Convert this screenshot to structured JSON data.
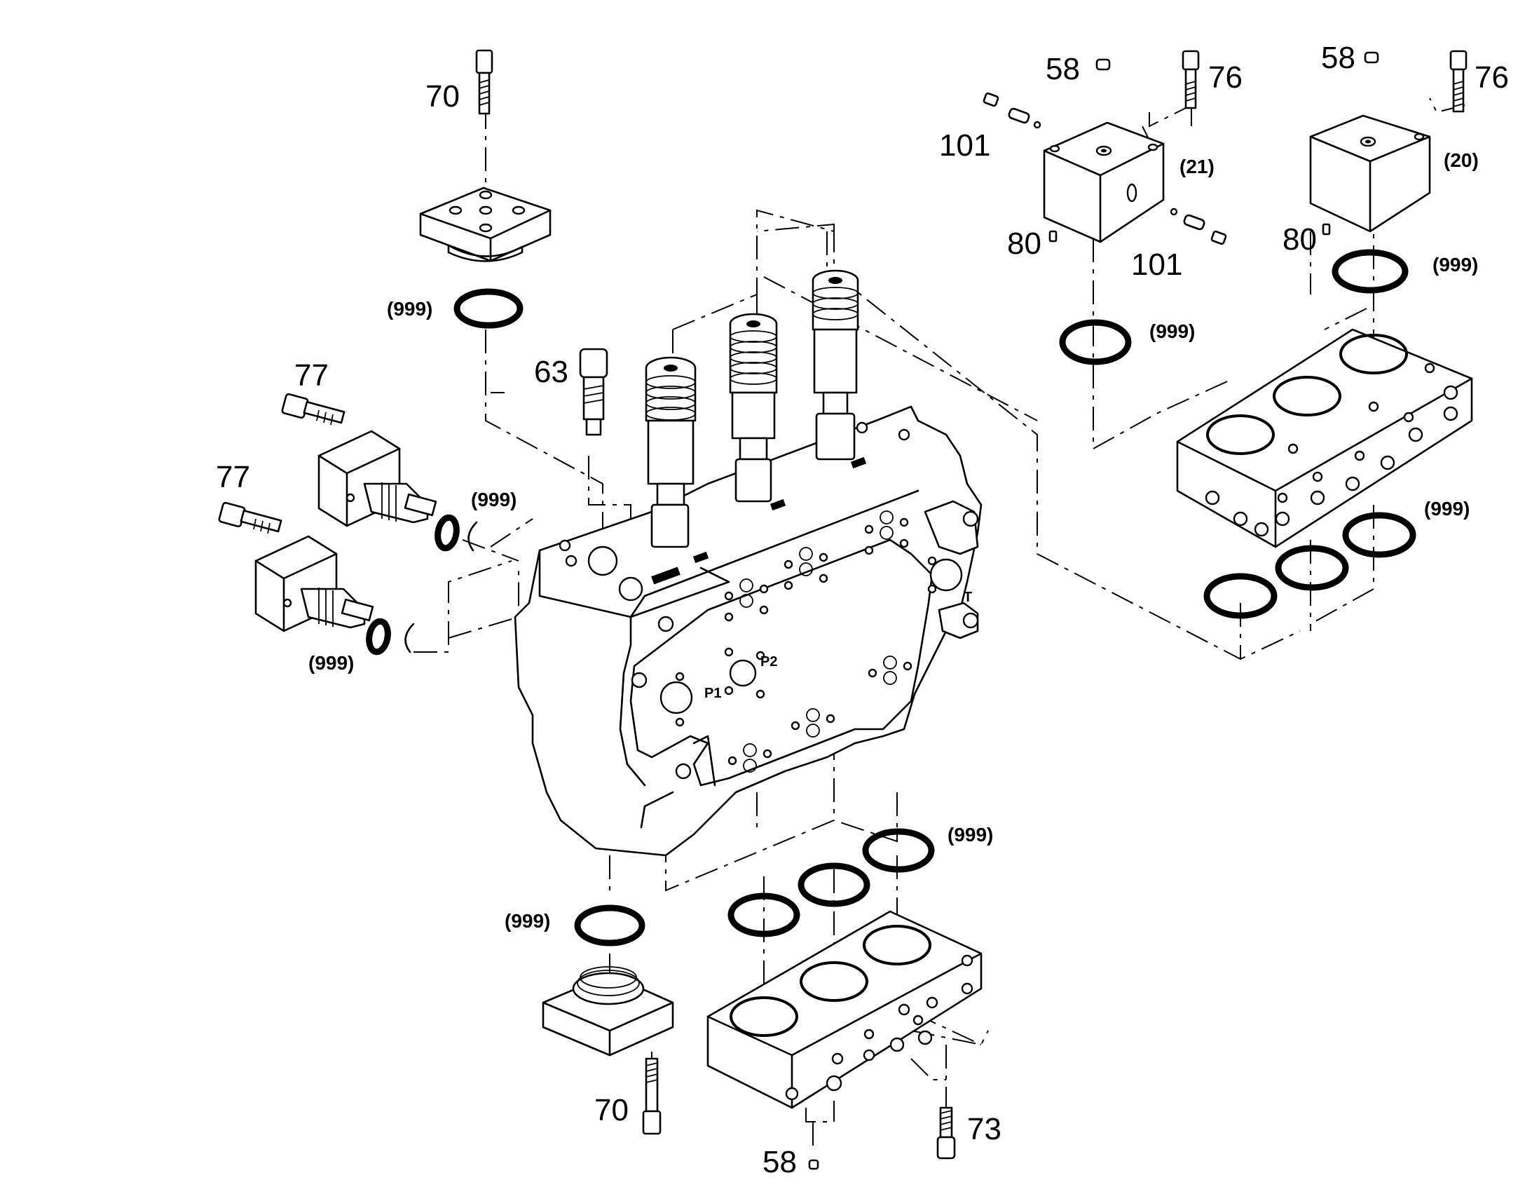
{
  "callouts": {
    "c70_top": "70",
    "c999_top": "(999)",
    "c63": "63",
    "c77_a": "77",
    "c77_b": "77",
    "c999_left_a": "(999)",
    "c999_left_b": "(999)",
    "c58_r1": "58",
    "c76_r1": "76",
    "c101_a": "101",
    "c21": "(21)",
    "c80_a": "80",
    "c101_b": "101",
    "c999_r1": "(999)",
    "c58_r2": "58",
    "c76_r2": "76",
    "c20": "(20)",
    "c80_b": "80",
    "c999_r2": "(999)",
    "c999_r3": "(999)",
    "c999_bottom_left": "(999)",
    "c999_bottom_mid": "(999)",
    "c70_bottom": "70",
    "c58_bottom": "58",
    "c73": "73"
  },
  "ports": {
    "p1": "P1",
    "p2": "P2",
    "t": "T"
  }
}
